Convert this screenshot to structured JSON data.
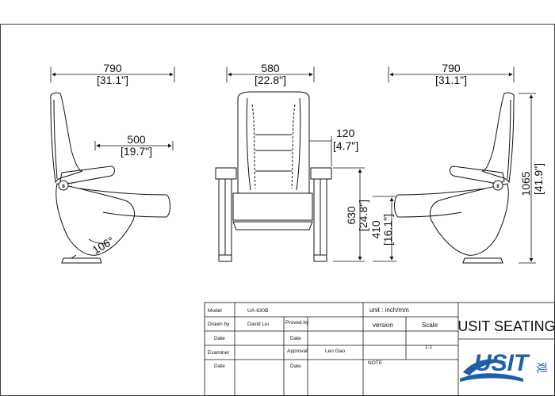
{
  "drawing": {
    "side_left": {
      "width_mm": "790",
      "width_in": "[31.1\"]",
      "arm_mm": "500",
      "arm_in": "[19.7\"]",
      "angle": "106°",
      "armrest_tag": "8"
    },
    "front": {
      "width_mm": "580",
      "width_in": "[22.8\"]",
      "arm_mm": "120",
      "arm_in": "[4.7\"]",
      "seat_height_mm": "630",
      "seat_height_in": "[24.8\"]",
      "seat_front_mm": "410",
      "seat_front_in": "[16.1\"]"
    },
    "side_right": {
      "width_mm": "790",
      "width_in": "[31.1\"]",
      "height_mm": "1065",
      "height_in": "[41.9\"]",
      "armrest_tag": "8"
    }
  },
  "title_block": {
    "labels": {
      "model": "Model",
      "drawn_by": "Drawn by",
      "date": "Date",
      "examiner": "Examiner",
      "proved_by": "Proved by",
      "approval": "Approval",
      "unit": "unit : inch/mm",
      "version": "version",
      "scale": "Scale",
      "note": "NOTE"
    },
    "values": {
      "model": "UA-630B",
      "drawn_by": "David Liu",
      "approval": "Leo Gao",
      "scale": "1:1"
    },
    "brand": "USIT SEATING",
    "logo_text": "USIT",
    "logo_cjk": "观"
  },
  "colors": {
    "line": "#111111",
    "logo_blue": "#1f5fa8"
  }
}
